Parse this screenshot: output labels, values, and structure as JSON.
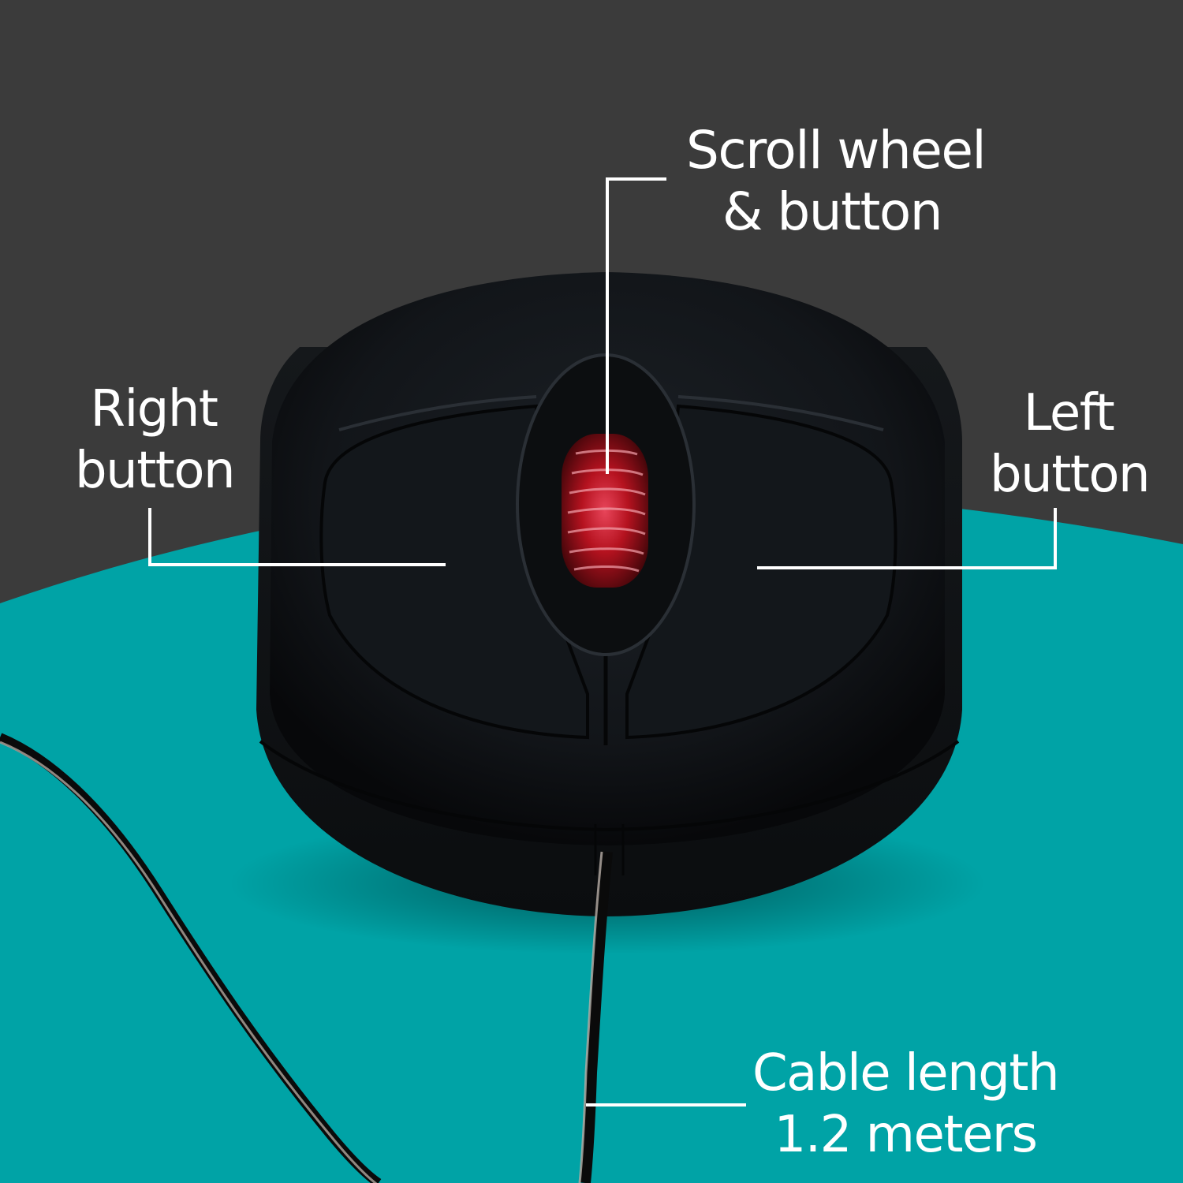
{
  "colors": {
    "background_dark": "#3b3b3b",
    "background_teal": "#00a3a6",
    "mouse_body": "#111417",
    "scroll_wheel_glow": "#c0182a",
    "label_text": "#ffffff",
    "leader_line": "#ffffff"
  },
  "callouts": {
    "scroll_wheel": {
      "line1": "Scroll wheel",
      "line2": "& button"
    },
    "right_button": {
      "line1": "Right",
      "line2": "button"
    },
    "left_button": {
      "line1": "Left",
      "line2": "button"
    },
    "cable": {
      "line1": "Cable length",
      "line2": "1.2 meters"
    }
  },
  "product": {
    "image_subject": "wired-optical-mouse-top-view",
    "scroll_wheel_led": "red"
  }
}
